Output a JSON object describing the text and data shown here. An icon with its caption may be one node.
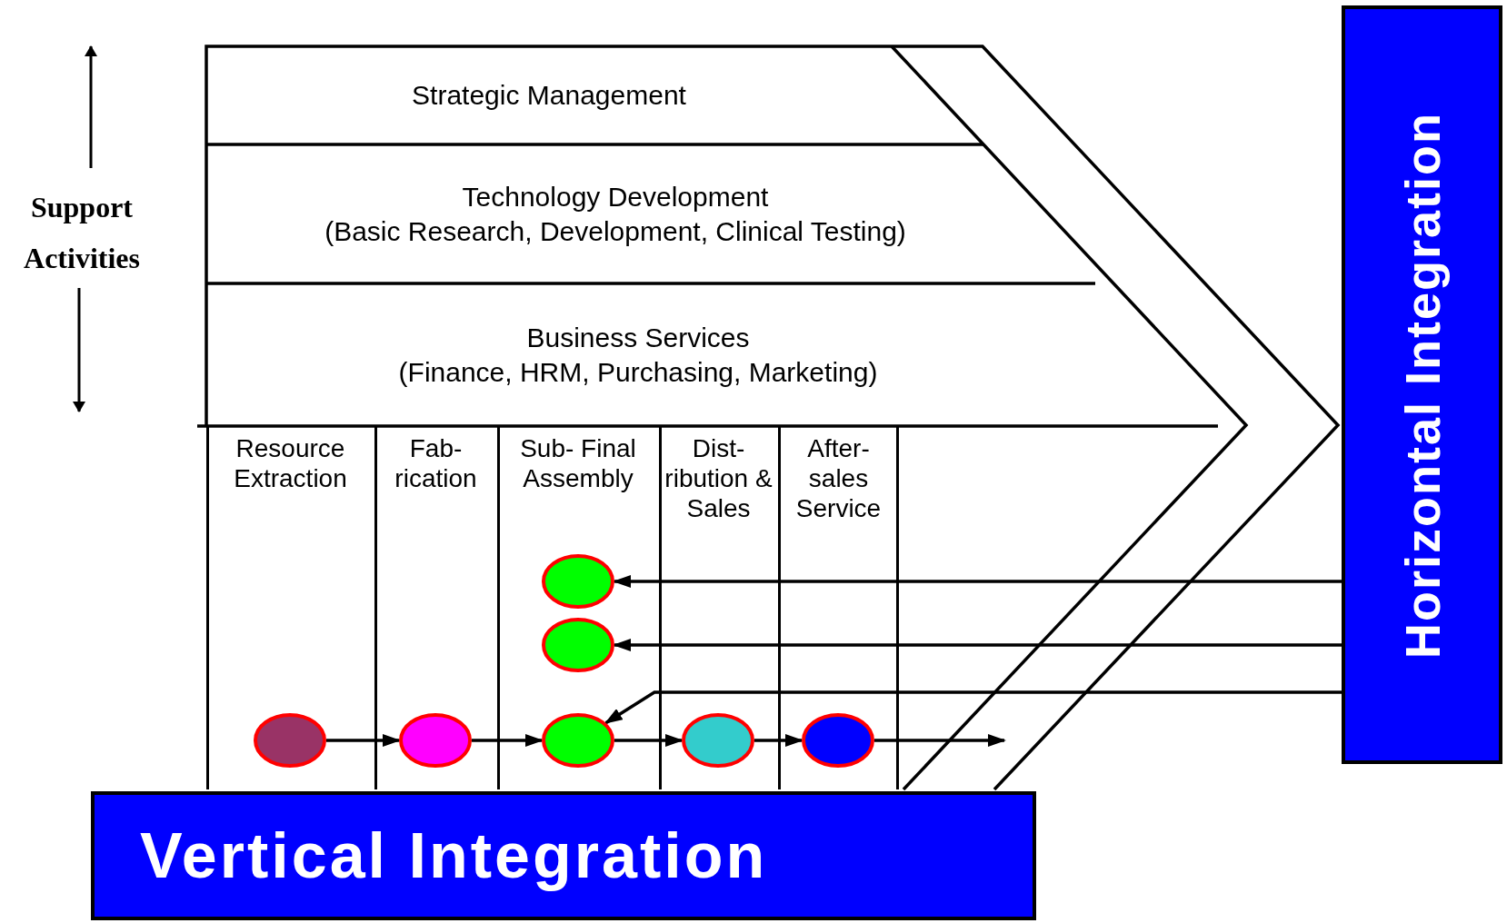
{
  "diagram": {
    "nodes": [
      {
        "text": [
          "Strategic Management"
        ]
      },
      {
        "text": [
          "Technology Development",
          "(Basic Research, Development, Clinical Testing)"
        ]
      },
      {
        "text": [
          "Business Services",
          "(Finance, HRM, Purchasing, Marketing)"
        ]
      },
      {
        "text": [
          "Resource Extraction"
        ]
      },
      {
        "text": [],
        "shape": "circle",
        "in": 3
      },
      {
        "text": [
          "Fab- rication"
        ]
      },
      {
        "text": [],
        "shape": "circle",
        "in": 5
      },
      {
        "text": [
          "Sub- Final Assembly"
        ]
      },
      {
        "text": [],
        "shape": "circle",
        "in": 7
      },
      {
        "text": [],
        "shape": "circle",
        "in": 7
      },
      {
        "text": [],
        "shape": "circle",
        "in": 7
      },
      {
        "text": [
          "Dist- ribution & Sales"
        ]
      },
      {
        "text": [],
        "shape": "circle",
        "in": 11
      },
      {
        "text": [
          "After- sales Service"
        ]
      },
      {
        "text": [],
        "shape": "circle",
        "in": 13
      },
      {
        "text": [
          "Horizontal Integration"
        ]
      },
      {
        "text": [
          "Vertical Integration"
        ]
      }
    ],
    "edges": [
      {
        "from": 4,
        "to": 6,
        "arrow": "to"
      },
      {
        "from": 6,
        "to": 10,
        "arrow": "to"
      },
      {
        "from": 10,
        "to": 12,
        "arrow": "to"
      },
      {
        "from": 12,
        "to": 14,
        "arrow": "to"
      },
      {
        "from": 14,
        "to": null,
        "arrow": "to"
      },
      {
        "from": 15,
        "to": 8,
        "arrow": "to"
      },
      {
        "from": 15,
        "to": 9,
        "arrow": "to"
      },
      {
        "from": 15,
        "to": 10,
        "arrow": "to"
      }
    ],
    "labels": [
      "Support Activities"
    ]
  }
}
